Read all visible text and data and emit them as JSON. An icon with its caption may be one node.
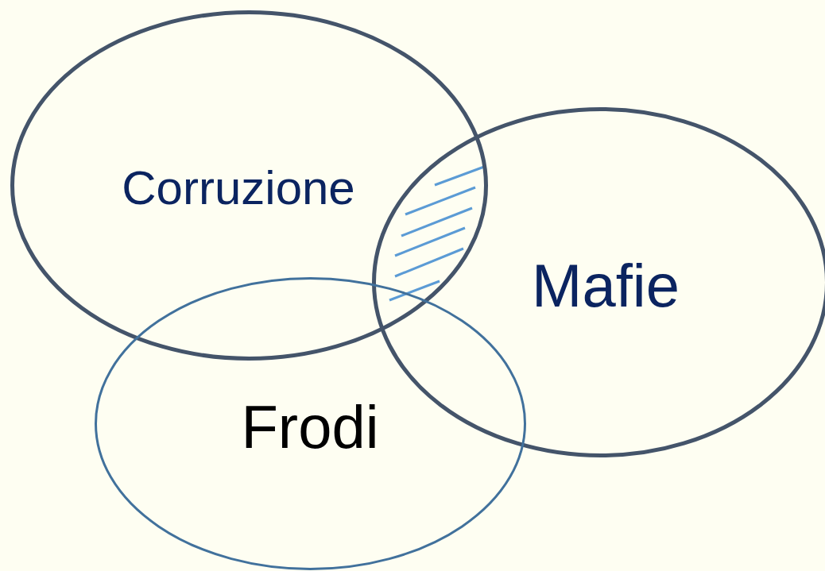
{
  "diagram": {
    "nodes": [
      {
        "text": [
          "Corruzione"
        ]
      },
      {
        "text": [
          "Mafie"
        ]
      },
      {
        "text": [
          "Frodi"
        ]
      }
    ]
  }
}
